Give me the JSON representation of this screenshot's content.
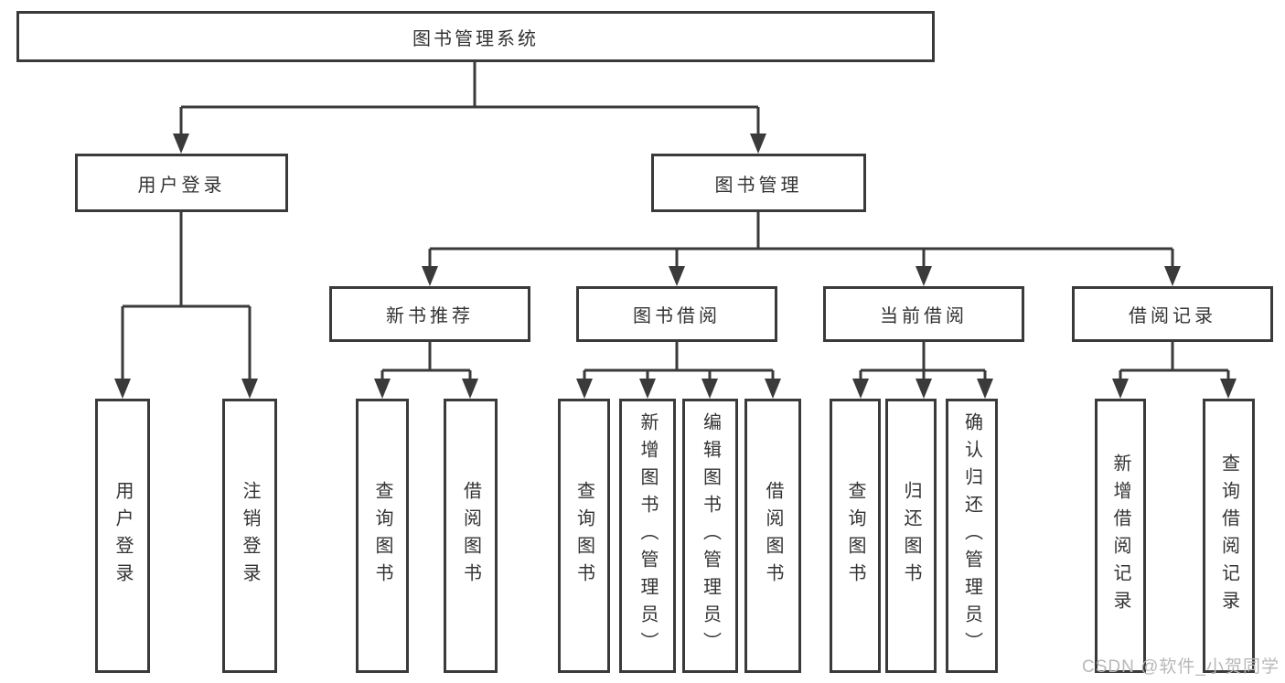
{
  "colors": {
    "line": "#3a3a3a",
    "text": "#333333",
    "box_fill": "#ffffff",
    "watermark": "#b8b8b8"
  },
  "watermark": {
    "text": "CSDN @软件_小贺同学"
  },
  "tree": {
    "label": "图书管理系统",
    "children": [
      {
        "label": "用户登录",
        "children": [
          {
            "label": "用户登录"
          },
          {
            "label": "注销登录"
          }
        ]
      },
      {
        "label": "图书管理",
        "children": [
          {
            "label": "新书推荐",
            "children": [
              {
                "label": "查询图书"
              },
              {
                "label": "借阅图书"
              }
            ]
          },
          {
            "label": "图书借阅",
            "children": [
              {
                "label": "查询图书"
              },
              {
                "label": "新增图书（管理员）"
              },
              {
                "label": "编辑图书（管理员）"
              },
              {
                "label": "借阅图书"
              }
            ]
          },
          {
            "label": "当前借阅",
            "children": [
              {
                "label": "查询图书"
              },
              {
                "label": "归还图书"
              },
              {
                "label": "确认归还（管理员）"
              }
            ]
          },
          {
            "label": "借阅记录",
            "children": [
              {
                "label": "新增借阅记录"
              },
              {
                "label": "查询借阅记录"
              }
            ]
          }
        ]
      }
    ]
  }
}
